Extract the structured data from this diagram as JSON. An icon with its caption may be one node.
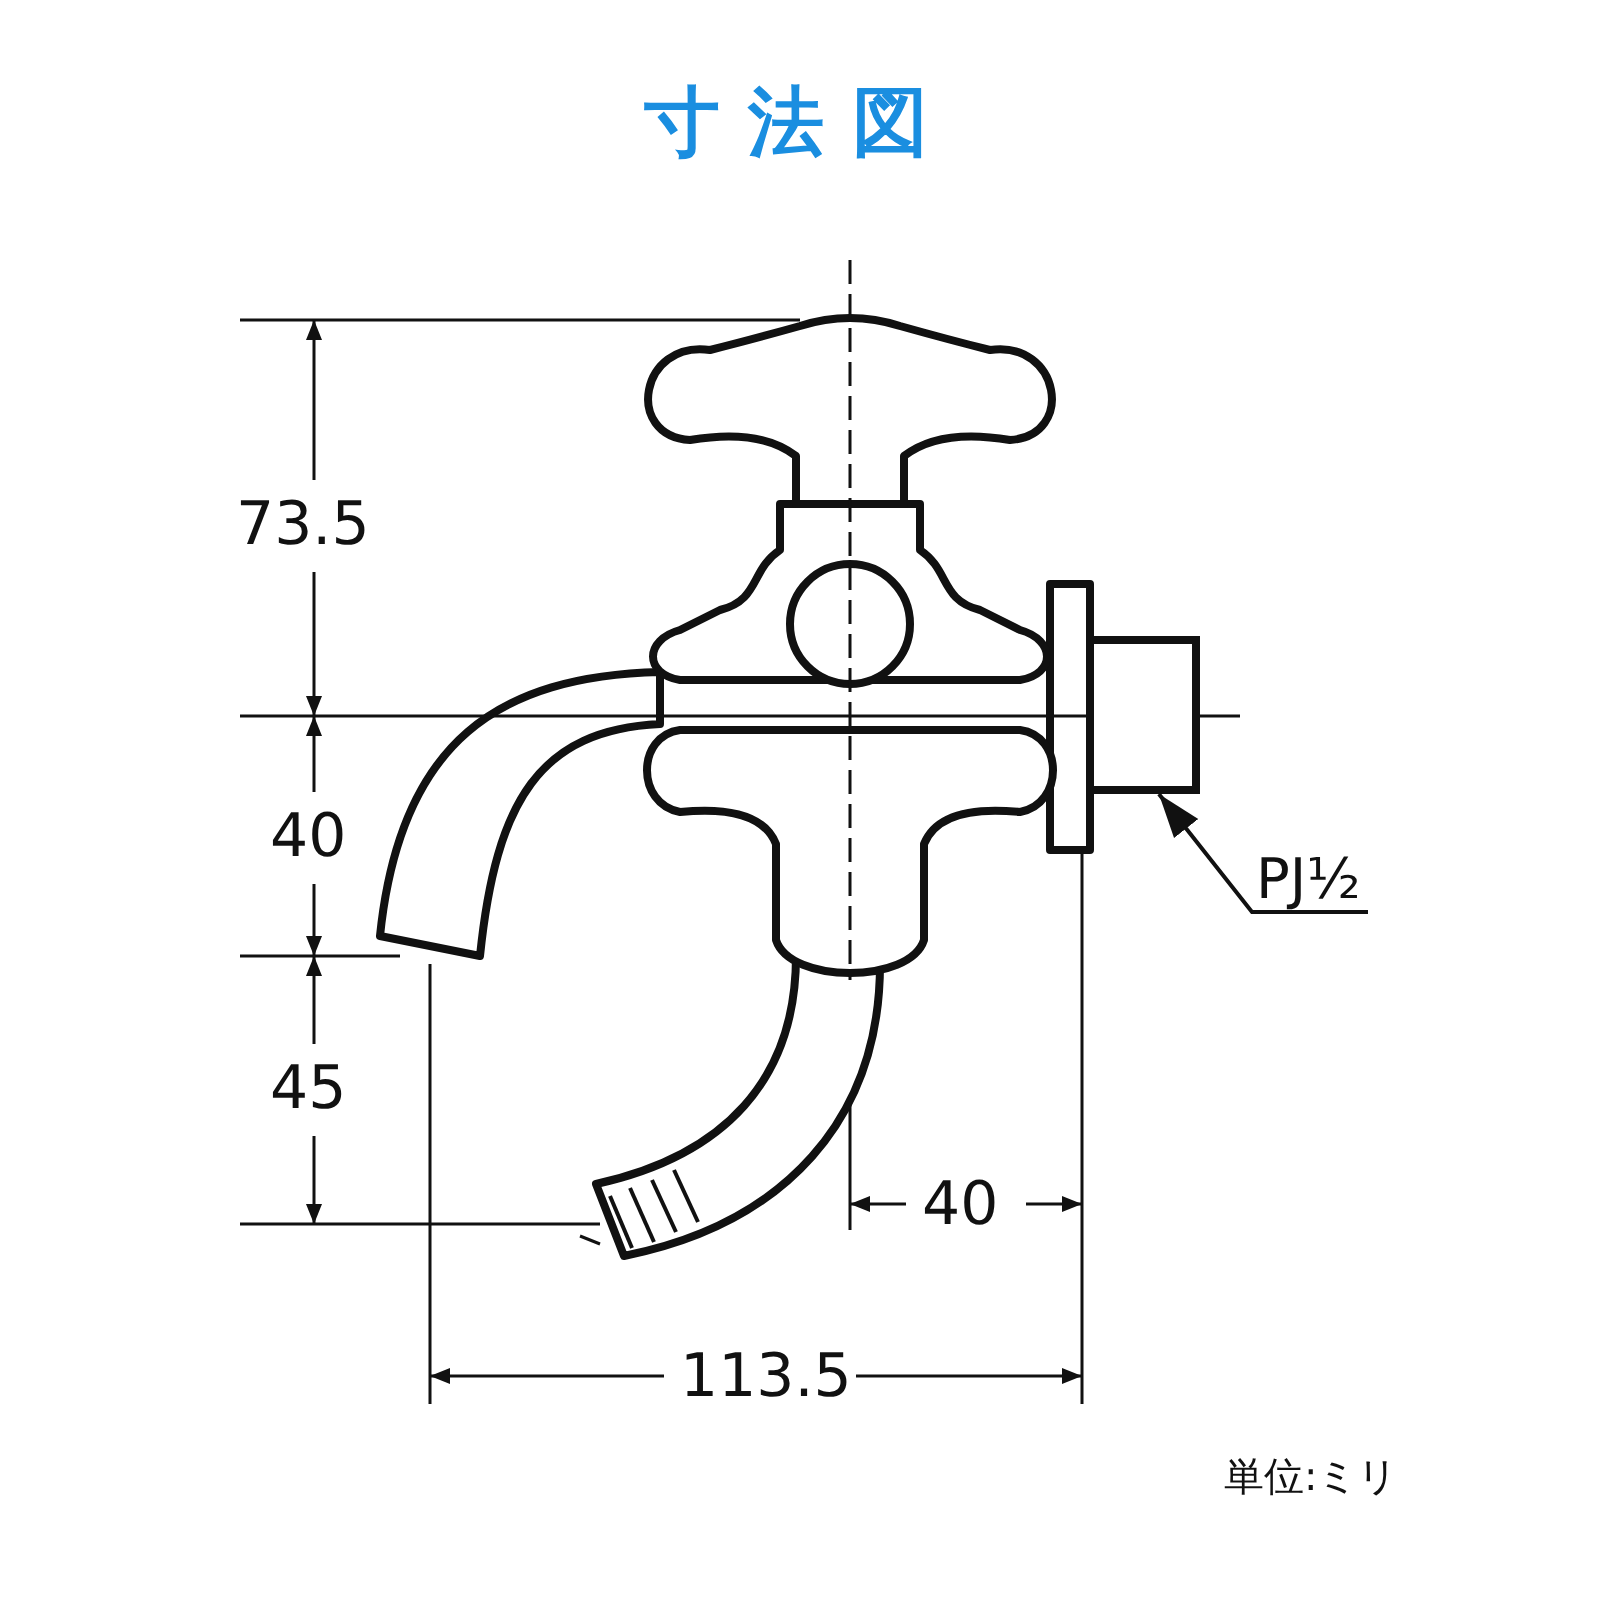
{
  "diagram": {
    "title": "寸法図",
    "nodes": [
      {
        "text": [
          "PJ½"
        ]
      },
      {
        "text": [],
        "shape": "box"
      }
    ],
    "edges": [
      {
        "from": 0,
        "to": 1,
        "arrow": "to"
      }
    ],
    "labels": [
      "73.5",
      "40",
      "45",
      "40",
      "113.5",
      "単位:ミリ"
    ]
  }
}
